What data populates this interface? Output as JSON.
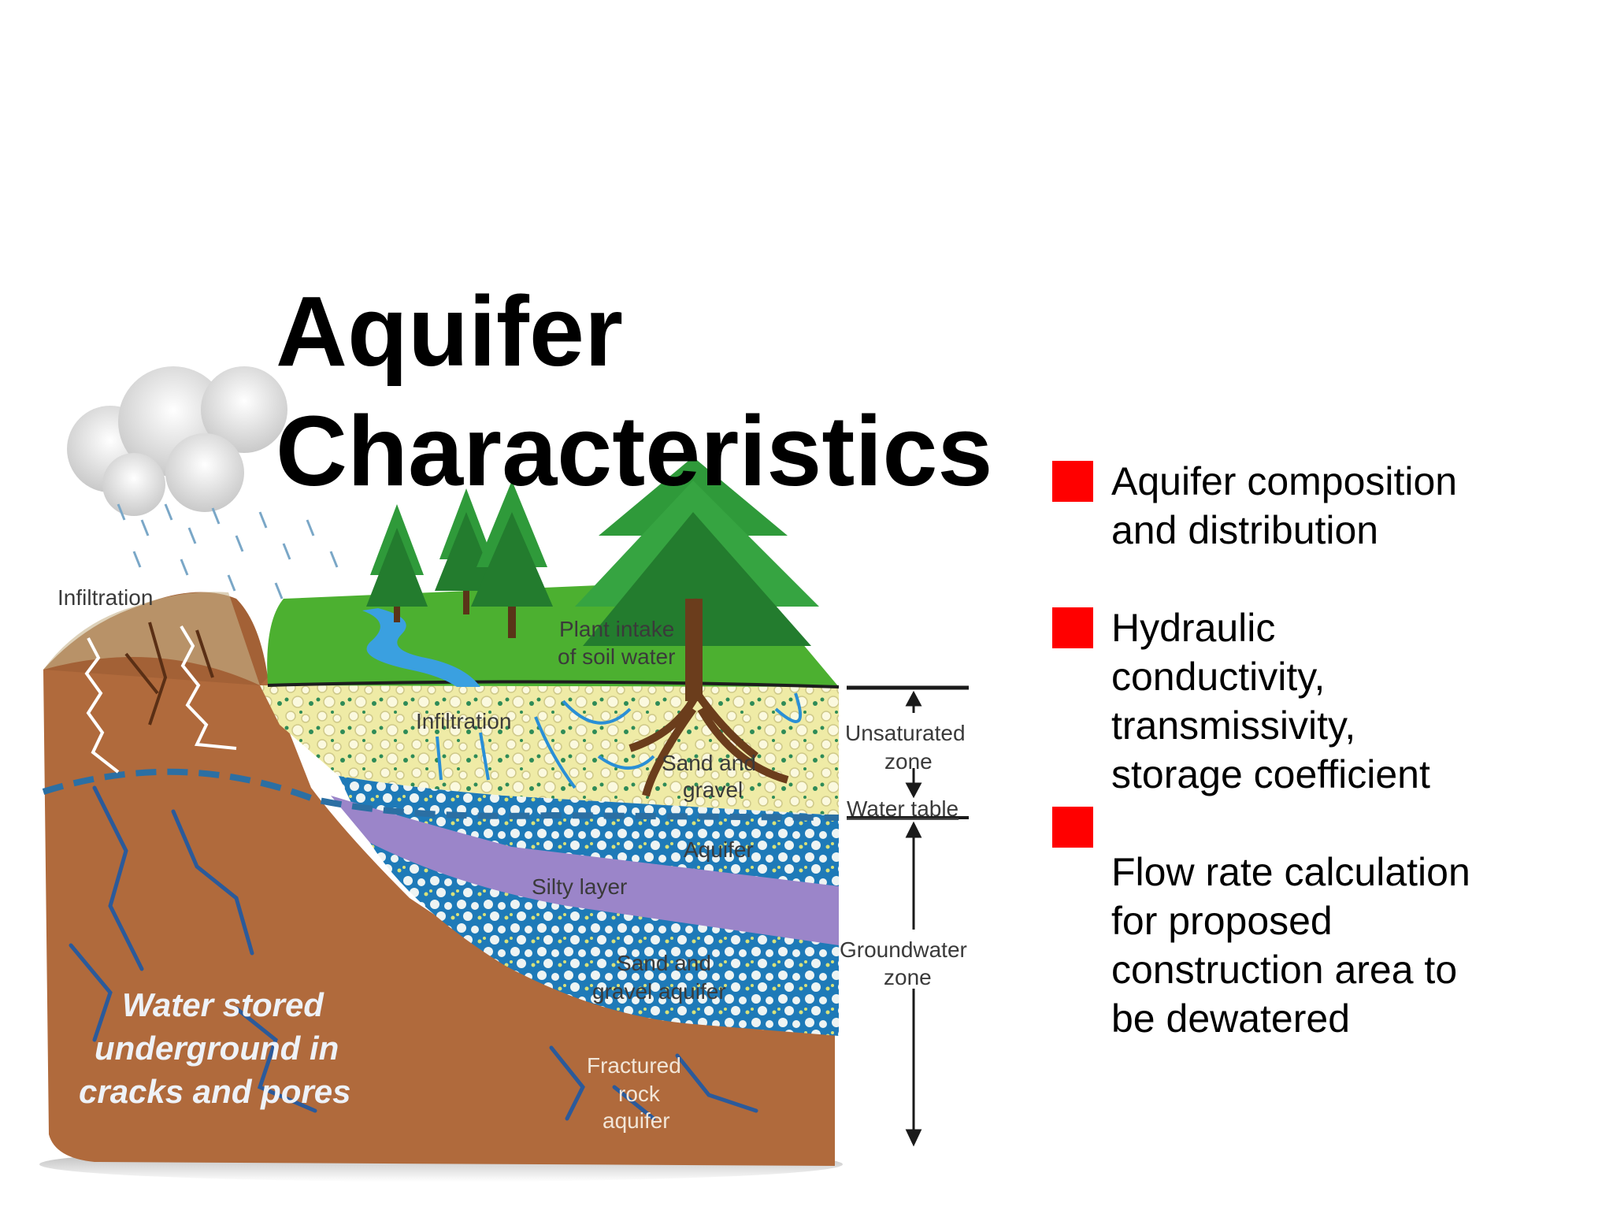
{
  "title": {
    "line1": "Aquifer",
    "line2": "Characteristics"
  },
  "bullets": [
    {
      "text": "Aquifer composition\nand  distribution"
    },
    {
      "text": "Hydraulic\nconductivity,\ntransmissivity,\nstorage  coefficient"
    },
    {
      "text": "Flow rate calculation\nfor  proposed\nconstruction  area to\nbe dewatered"
    }
  ],
  "diagram": {
    "labels": {
      "infiltration_hill": "Infiltration",
      "plant_intake_1": "Plant intake",
      "plant_intake_2": "of soil water",
      "infiltration_soil": "Infiltration",
      "sand_gravel_1": "Sand and",
      "sand_gravel_2": "gravel",
      "unsaturated_1": "Unsaturated",
      "unsaturated_2": "zone",
      "water_table": "Water table",
      "aquifer": "Aquifer",
      "silty_layer": "Silty layer",
      "groundwater_1": "Groundwater",
      "groundwater_2": "zone",
      "sg_aquifer_1": "Sand and",
      "sg_aquifer_2": "gravel aquifer",
      "stored_1": "Water stored",
      "stored_2": "underground in",
      "stored_3": "cracks and pores",
      "fractured_1": "Fractured",
      "fractured_2": "rock",
      "fractured_3": "aquifer"
    },
    "colors": {
      "rock": "#b06a3c",
      "soil": "#efeba6",
      "grass": "#4cb030",
      "aquifer_blue": "#1e7ab8",
      "silty": "#9b85c9",
      "tree": "#2f9a3a",
      "bullet": "#ff0000"
    }
  }
}
